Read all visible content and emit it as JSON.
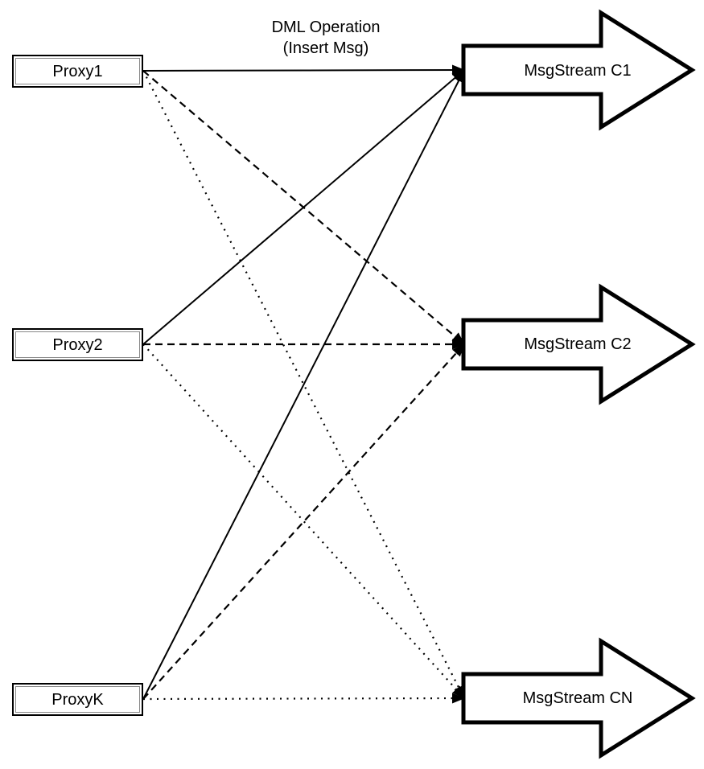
{
  "diagram": {
    "title": "Proxy to MsgStream fan-out diagram",
    "background_color": "#ffffff",
    "stroke_color": "#000000",
    "annotation": {
      "line1": "DML Operation",
      "line2": "(Insert Msg)"
    },
    "proxies": [
      {
        "id": "proxy1",
        "label": "Proxy1"
      },
      {
        "id": "proxy2",
        "label": "Proxy2"
      },
      {
        "id": "proxyk",
        "label": "ProxyK"
      }
    ],
    "streams": [
      {
        "id": "c1",
        "label": "MsgStream C1"
      },
      {
        "id": "c2",
        "label": "MsgStream C2"
      },
      {
        "id": "cn",
        "label": "MsgStream CN"
      }
    ],
    "edges": [
      {
        "from": "Proxy1",
        "to": "MsgStream C1",
        "style": "solid"
      },
      {
        "from": "Proxy2",
        "to": "MsgStream C1",
        "style": "solid"
      },
      {
        "from": "ProxyK",
        "to": "MsgStream C1",
        "style": "solid"
      },
      {
        "from": "Proxy1",
        "to": "MsgStream C2",
        "style": "dashed"
      },
      {
        "from": "Proxy2",
        "to": "MsgStream C2",
        "style": "dashed"
      },
      {
        "from": "ProxyK",
        "to": "MsgStream C2",
        "style": "dashed"
      },
      {
        "from": "Proxy1",
        "to": "MsgStream CN",
        "style": "dotted"
      },
      {
        "from": "Proxy2",
        "to": "MsgStream CN",
        "style": "dotted"
      },
      {
        "from": "ProxyK",
        "to": "MsgStream CN",
        "style": "dotted"
      }
    ]
  }
}
